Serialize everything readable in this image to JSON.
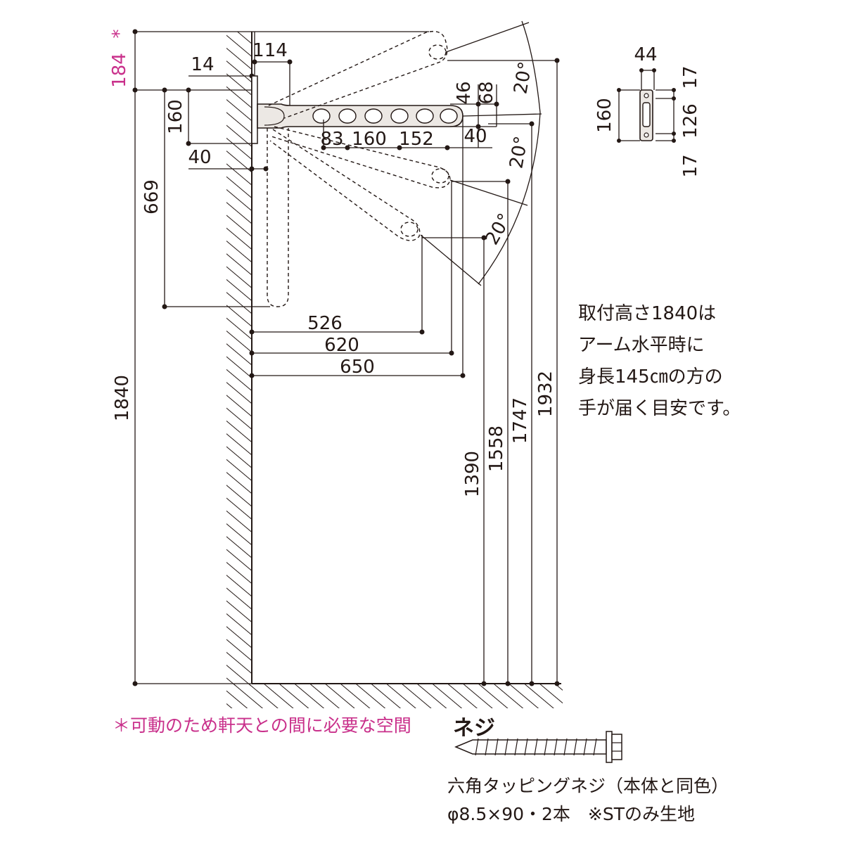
{
  "dimensions": {
    "clearance_184": "184",
    "asterisk": "*",
    "arm_114": "114",
    "bracket_14": "14",
    "bracket_160": "160",
    "bracket_40": "40",
    "fold_669": "669",
    "total_1840": "1840",
    "hole_46": "46",
    "hole_68": "68",
    "hole_83": "83",
    "hole_160": "160",
    "hole_152": "152",
    "hole_40": "40",
    "reach_526": "526",
    "reach_620": "620",
    "reach_650": "650",
    "height_1390": "1390",
    "height_1558": "1558",
    "height_1747": "1747",
    "height_1932": "1932",
    "angle_top": "20°",
    "angle_mid": "20°",
    "angle_low": "20°"
  },
  "bracket_detail": {
    "width_44": "44",
    "height_160": "160",
    "top_17": "17",
    "mid_126": "126",
    "bottom_17": "17"
  },
  "notes": {
    "install_height": [
      "取付高さ1840は",
      "アーム水平時に",
      "身長145㎝の方の",
      "手が届く目安です。"
    ],
    "clearance_note": "＊可動のため軒天との間に必要な空間"
  },
  "screw": {
    "title": "ネジ",
    "desc_line1": "六角タッピングネジ（本体と同色）",
    "desc_line2": "φ8.5×90・2本　※STのみ生地"
  },
  "colors": {
    "line": "#231815",
    "accent": "#c9308b"
  }
}
